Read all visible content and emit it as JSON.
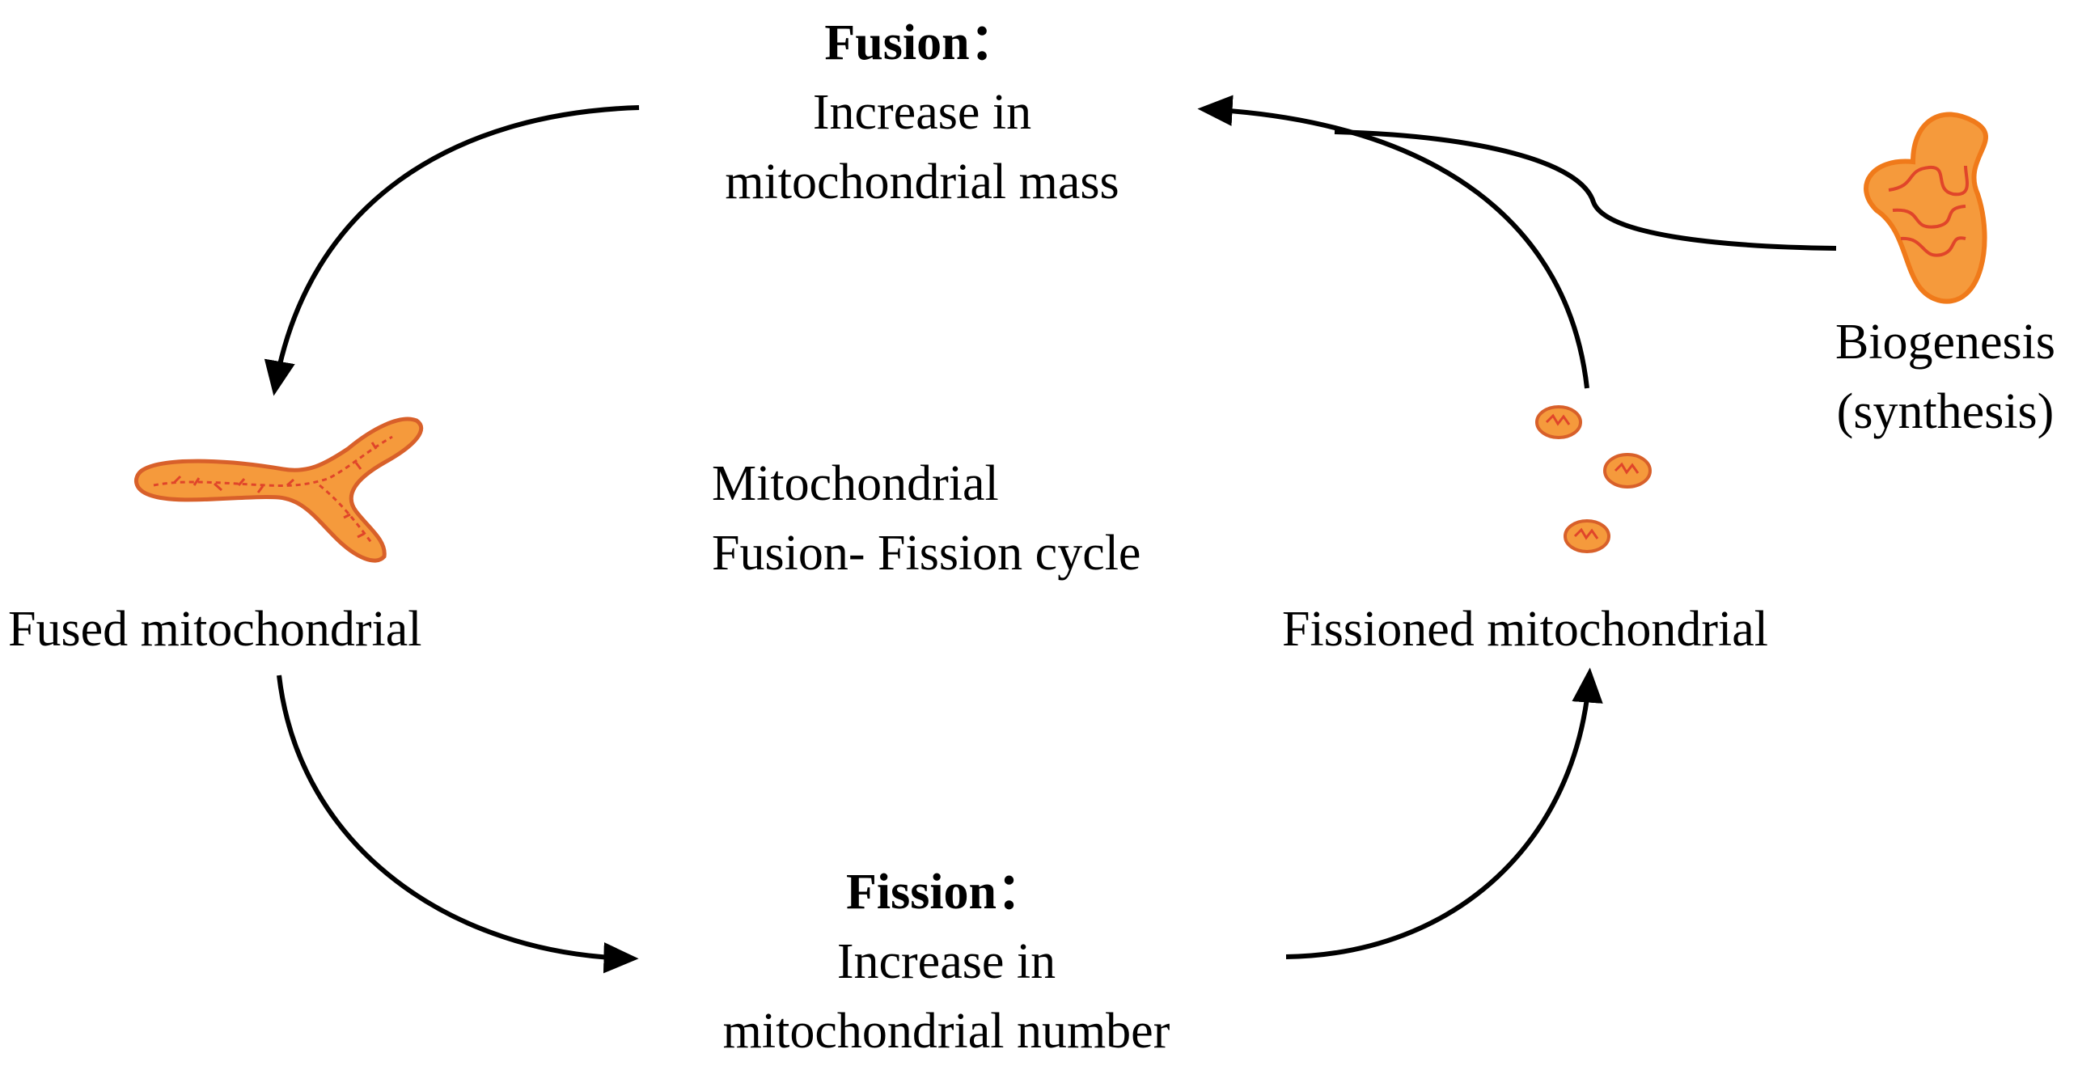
{
  "fusion": {
    "heading": "Fusion：",
    "line1": "Increase in",
    "line2": "mitochondrial mass"
  },
  "fission": {
    "heading": "Fission：",
    "line1": "Increase in",
    "line2": "mitochondrial number"
  },
  "center": {
    "line1": "Mitochondrial",
    "line2": "Fusion- Fission cycle"
  },
  "fused": {
    "label": "Fused mitochondrial"
  },
  "fissioned": {
    "label": "Fissioned mitochondrial"
  },
  "biogenesis": {
    "line1": "Biogenesis",
    "line2": "(synthesis)"
  },
  "colors": {
    "mito_fill": "#f59a3c",
    "mito_stroke": "#d8602a",
    "cristae": "#e0452a",
    "arrow": "#000000"
  }
}
